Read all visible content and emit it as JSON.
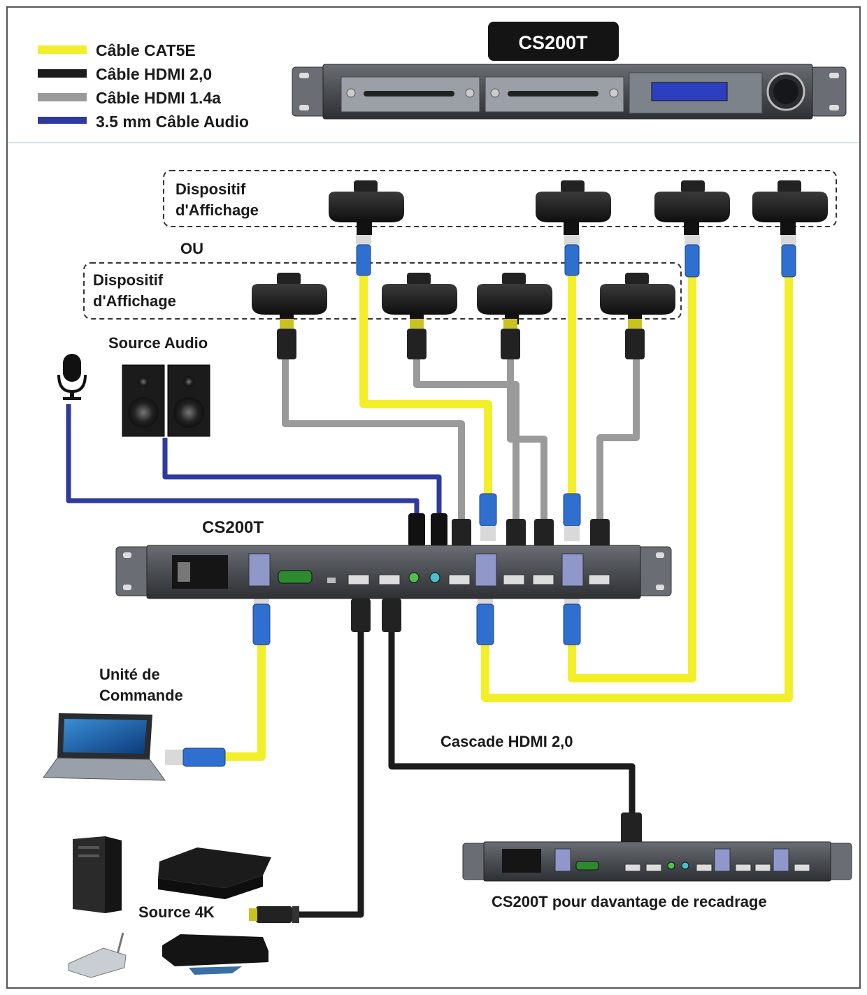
{
  "legend": [
    {
      "label": "Câble CAT5E",
      "color": "#f2ef2a"
    },
    {
      "label": "Câble HDMI 2,0",
      "color": "#1c1c1c"
    },
    {
      "label": "Câble HDMI 1.4a",
      "color": "#9a9a9a"
    },
    {
      "label": "3.5 mm Câble Audio",
      "color": "#2e3a9e"
    }
  ],
  "header": {
    "product_title": "CS200T"
  },
  "groups": {
    "display_top": "Dispositif d'Affichage",
    "or_label": "OU",
    "display_bottom": "Dispositif d'Affichage"
  },
  "labels": {
    "audio_source": "Source Audio",
    "main_unit": "CS200T",
    "control_unit": "Unité de Commande",
    "cascade": "Cascade HDMI 2,0",
    "secondary_unit": "CS200T pour davantage de recadrage",
    "source_4k": "Source 4K"
  },
  "colors": {
    "cat5e": "#f2ef2a",
    "hdmi20": "#1c1c1c",
    "hdmi14": "#9a9a9a",
    "audio": "#2e3a9e",
    "rj45_boot": "#2f6fd0",
    "chassis": "#4a4d52"
  },
  "icons": {
    "microphone": "microphone-icon",
    "speakers": "speaker-icon",
    "laptop": "laptop-icon",
    "pc_tower": "pc-tower-icon",
    "console": "game-console-icon",
    "media_box": "media-box-icon",
    "bluray": "bluray-player-icon",
    "display_receiver": "display-receiver-icon"
  }
}
